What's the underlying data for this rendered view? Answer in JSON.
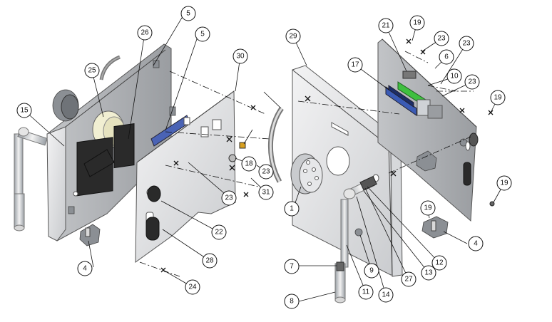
{
  "callout_numbers": [
    "1",
    "4",
    "4",
    "5",
    "5",
    "6",
    "7",
    "8",
    "9",
    "10",
    "11",
    "12",
    "13",
    "14",
    "15",
    "17",
    "18",
    "19",
    "19",
    "19",
    "19",
    "21",
    "22",
    "23",
    "23",
    "23",
    "23",
    "23",
    "24",
    "25",
    "26",
    "27",
    "28",
    "29",
    "30",
    "31"
  ],
  "colors": {
    "line": "#111111",
    "plate_light": "#e3e4e6",
    "plate_mid": "#b9bcc0",
    "part_dark": "#2a2a2a",
    "pcb_green": "#3fbf3f",
    "display_blue": "#3b5bb5",
    "cap_yellow": "#f1efd2"
  }
}
